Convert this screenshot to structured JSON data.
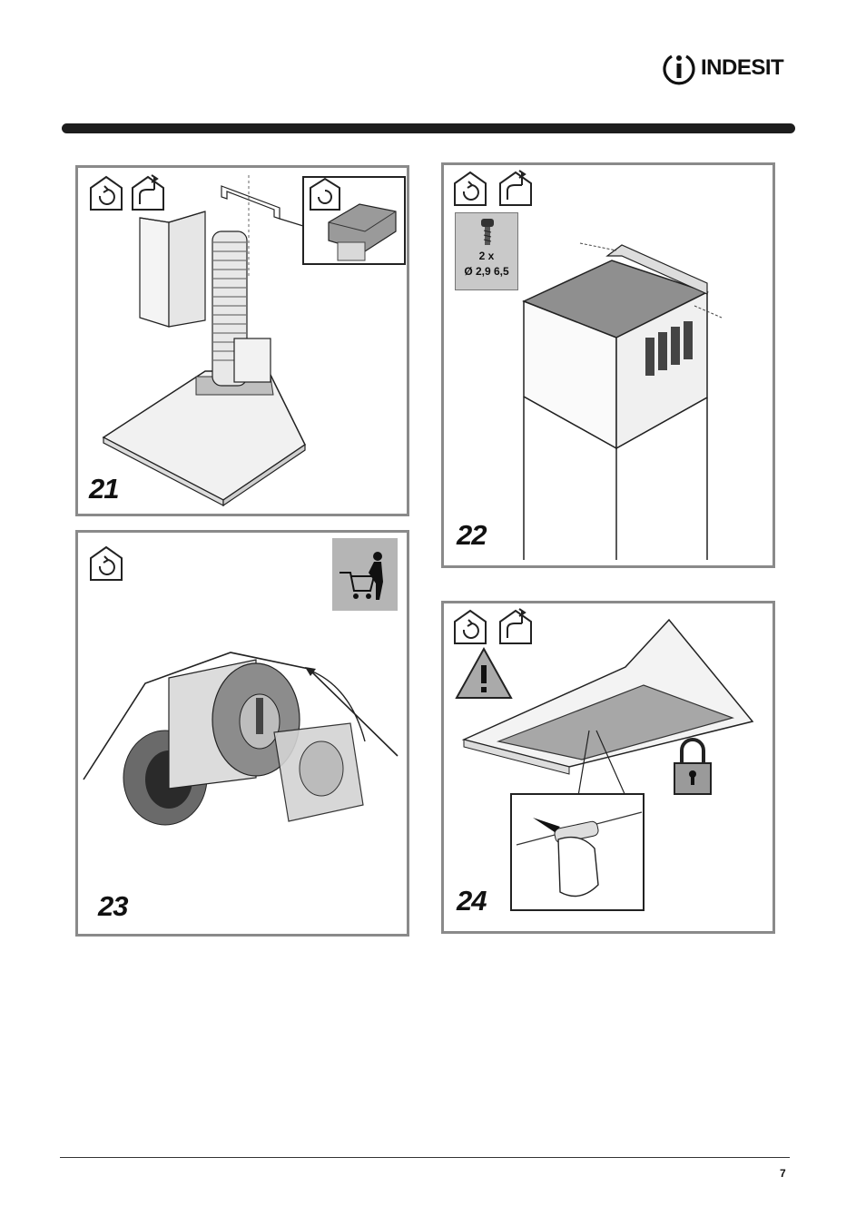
{
  "header": {
    "brand": "INDESIT",
    "logo_icon": "indesit-i-logo"
  },
  "figures": [
    {
      "number": "21",
      "icons": [
        "recirculation-house-icon",
        "extraction-house-icon"
      ]
    },
    {
      "number": "22",
      "icons": [
        "recirculation-house-icon",
        "extraction-house-icon",
        "screw-icon"
      ],
      "screw_qty": "2 x",
      "screw_size": "Ø 2,9 6,5"
    },
    {
      "number": "23",
      "icons": [
        "recirculation-house-icon",
        "shopping-cart-icon"
      ]
    },
    {
      "number": "24",
      "icons": [
        "recirculation-house-icon",
        "extraction-house-icon",
        "warning-icon",
        "padlock-icon"
      ]
    }
  ],
  "footer": {
    "page_number": "7"
  }
}
